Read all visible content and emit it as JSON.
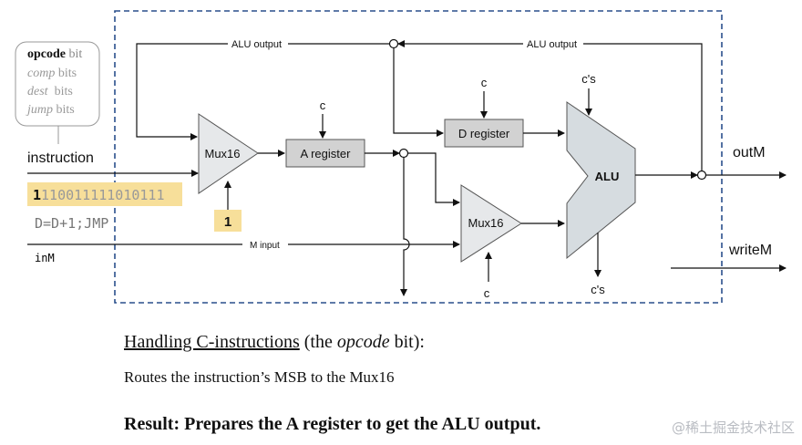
{
  "diagram": {
    "opcode_box": {
      "lines": [
        {
          "word": "opcode",
          "suffix": " bit"
        },
        {
          "word": "comp",
          "suffix": " bits"
        },
        {
          "word": "dest",
          "suffix": "  bits"
        },
        {
          "word": "jump",
          "suffix": " bits"
        }
      ]
    },
    "instruction_label": "instruction",
    "instruction_bits": {
      "first": "1",
      "rest": "110011111010111"
    },
    "asm_text": "D=D+1;JMP",
    "inM_label": "inM",
    "msb_value": "1",
    "mux16_a": "Mux16",
    "mux16_b": "Mux16",
    "a_register": "A register",
    "d_register": "D register",
    "alu": "ALU",
    "alu_output_left": "ALU output",
    "alu_output_right": "ALU output",
    "m_input": "M input",
    "control_c": "c",
    "control_cs": "c's",
    "outM": "outM",
    "writeM": "writeM",
    "colors": {
      "highlight": "#f7df9a",
      "register_fill": "#d2d2d2",
      "mux_fill": "#e6e8ea",
      "alu_fill": "#d6dce0",
      "dashed_border": "#2a4f8c"
    }
  },
  "caption": {
    "title_underlined": "Handling C-instructions",
    "title_prefix": " (the ",
    "title_italic": "opcode",
    "title_suffix": " bit):",
    "description": "Routes the instruction’s MSB to the Mux16",
    "result": "Result: Prepares the A register to get the ALU output."
  },
  "watermark": "@稀土掘金技术社区"
}
